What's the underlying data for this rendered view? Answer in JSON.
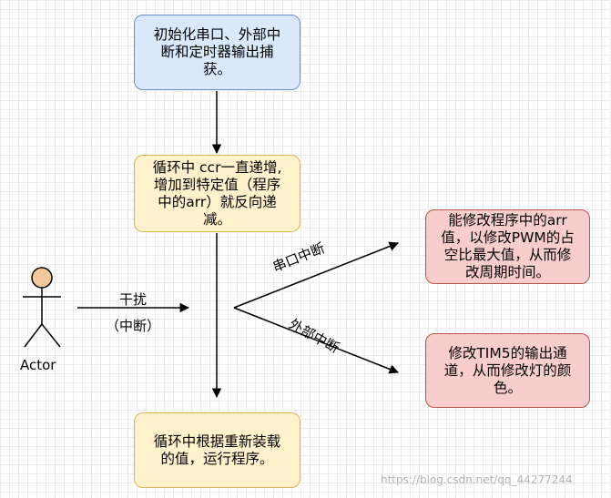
{
  "nodes": {
    "init": [
      "初始化串口、外部中",
      "断和定时器输出捕",
      "获。"
    ],
    "loop": [
      "循环中 ccr一直递增,",
      "增加到特定值（程序",
      "中的arr）就反向递",
      "减。"
    ],
    "reload": [
      "循环中根据重新装载",
      "的值，运行程序。"
    ],
    "uart_action": [
      "能修改程序中的arr",
      "值，以修改PWM的占",
      "空比最大值，从而修",
      "改周期时间。"
    ],
    "ext_action": [
      "修改TIM5的输出通",
      "道，从而修改灯的颜",
      "色。"
    ]
  },
  "actor": {
    "label": "Actor"
  },
  "edges": {
    "interference": "干扰",
    "interrupt": "（中断）",
    "uart_interrupt": "串口中断",
    "ext_interrupt": "外部中断"
  },
  "watermark": "https://blog.csdn.net/qq_44277244",
  "colors": {
    "blue_fill": "#dae8fc",
    "yellow_fill": "#fff2cc",
    "red_fill": "#f8cecc"
  }
}
